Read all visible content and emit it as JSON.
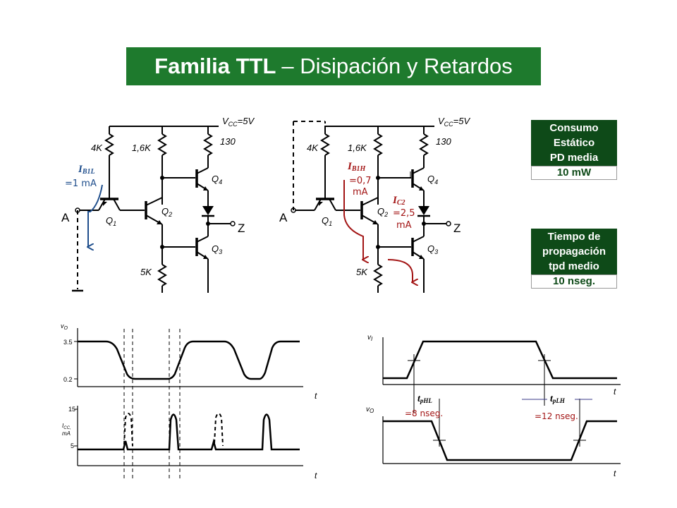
{
  "title": {
    "bold": "Familia TTL",
    "rest": "– Disipación y Retardos"
  },
  "colors": {
    "title_bg": "#1e7a2d",
    "box_head_bg": "#0e4a18",
    "arrow_blue": "#1f4e8c",
    "arrow_red": "#a31515"
  },
  "circuit_left": {
    "vcc": "V",
    "vcc_sub": "CC",
    "vcc_val": "=5V",
    "r1": "4K",
    "r2": "1,6K",
    "r3": "130",
    "r4": "5K",
    "q1": "Q",
    "q1_sub": "1",
    "q2": "Q",
    "q2_sub": "2",
    "q3": "Q",
    "q3_sub": "3",
    "q4": "Q",
    "q4_sub": "4",
    "input": "A",
    "output": "Z",
    "current": "I",
    "current_sub": "B1L",
    "current_val": "=1 mA"
  },
  "circuit_right": {
    "vcc": "V",
    "vcc_sub": "CC",
    "vcc_val": "=5V",
    "r1": "4K",
    "r2": "1,6K",
    "r3": "130",
    "r4": "5K",
    "q1": "Q",
    "q1_sub": "1",
    "q2": "Q",
    "q2_sub": "2",
    "q3": "Q",
    "q3_sub": "3",
    "q4": "Q",
    "q4_sub": "4",
    "input": "A",
    "output": "Z",
    "current1": "I",
    "current1_sub": "B1H",
    "current1_val1": "=0,7",
    "current1_val2": "mA",
    "current2": "I",
    "current2_sub": "C2",
    "current2_val1": "=2,5",
    "current2_val2": "mA"
  },
  "consumo": {
    "line1": "Consumo",
    "line2": "Estático",
    "line3": "PD media",
    "value": "10 mW"
  },
  "tiempo": {
    "line1": "Tiempo de",
    "line2": "propagación",
    "line3": "tpd medio",
    "value": "10 nseg."
  },
  "waveform_left": {
    "vo_label": "v",
    "vo_sub": "O",
    "tick_high": "3.5",
    "tick_low": "0.2",
    "t1": "t",
    "icc_label1": "I",
    "icc_sub": "CC,",
    "icc_label2": "mA",
    "tick_15": "15",
    "tick_5": "5",
    "t2": "t"
  },
  "waveform_right": {
    "vi_label": "v",
    "vi_sub": "I",
    "vo_label": "v",
    "vo_sub": "O",
    "t1": "t",
    "t2": "t",
    "tphl": "t",
    "tphl_sub": "pHL",
    "tphl_val": "=8 nseg.",
    "tplh": "t",
    "tplh_sub": "pLH",
    "tplh_val": "=12 nseg."
  }
}
